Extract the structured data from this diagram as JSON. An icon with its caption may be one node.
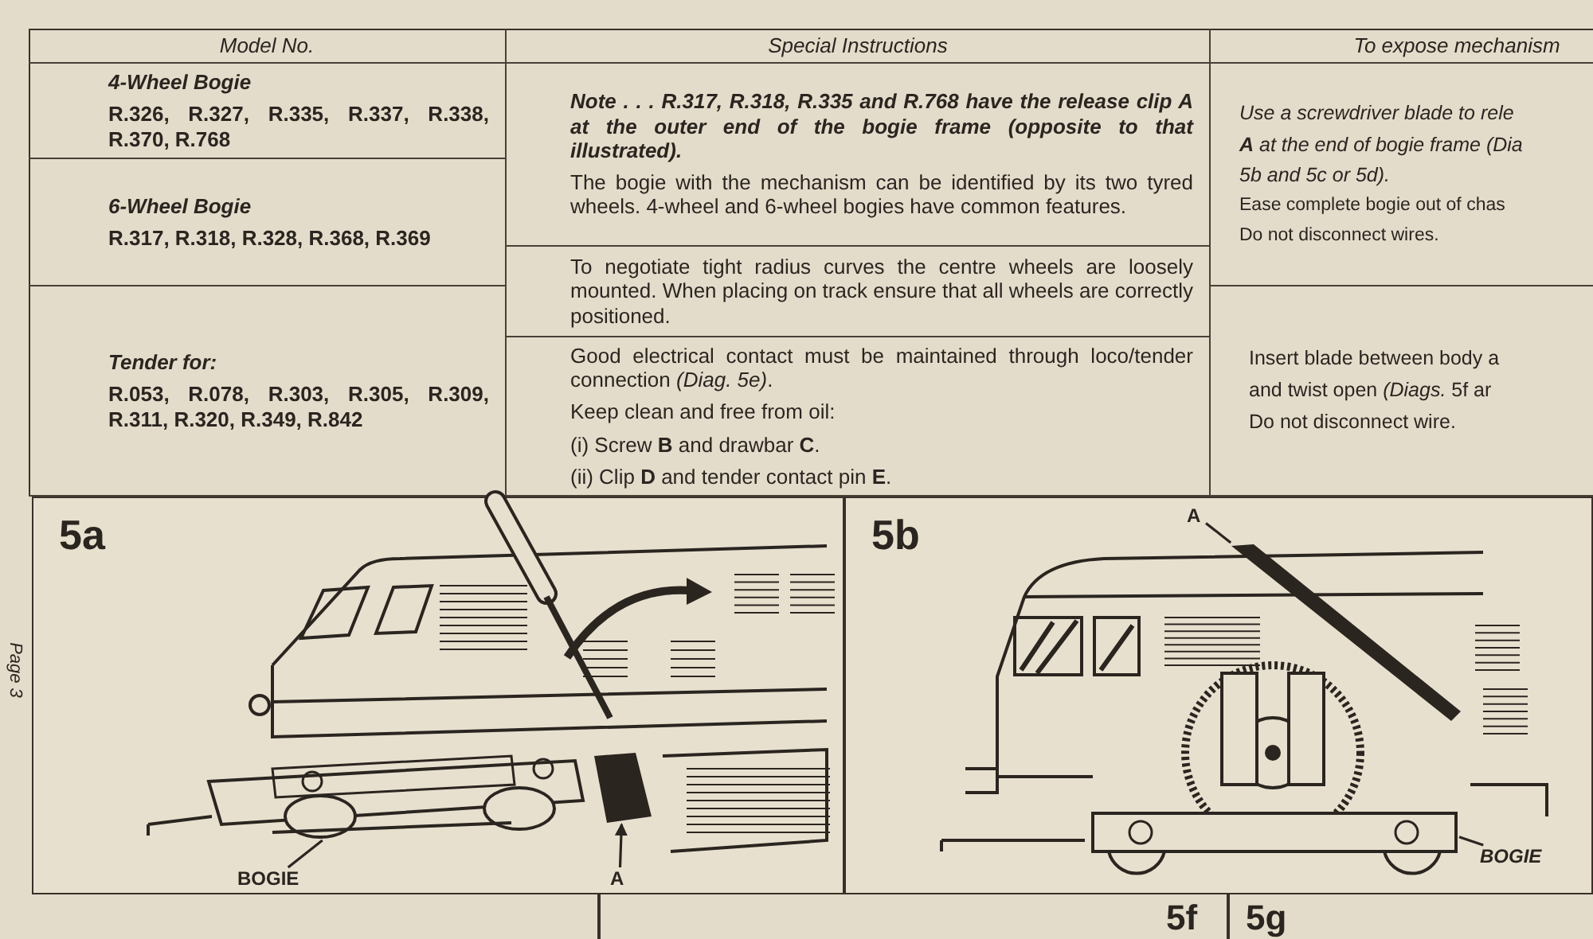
{
  "diagram": {
    "nodes": [
      {
        "text": [
          "5a"
        ]
      },
      {
        "text": [
          "BOGIE"
        ],
        "in": 0
      },
      {
        "text": [],
        "shape": "picture",
        "in": 0
      },
      {
        "text": [
          "A"
        ],
        "in": 0
      },
      {
        "text": [],
        "shape": "picture",
        "in": 0
      },
      {
        "text": [
          "5b"
        ]
      },
      {
        "text": [
          "A"
        ],
        "in": 5
      },
      {
        "text": [],
        "shape": "picture",
        "in": 5
      },
      {
        "text": [
          "BOGIE"
        ],
        "in": 5
      },
      {
        "text": [],
        "shape": "picture",
        "in": 5
      }
    ],
    "edges": [
      {
        "from": 1,
        "to": 2,
        "arrow": "none"
      },
      {
        "from": 3,
        "to": 4,
        "arrow": "to"
      },
      {
        "from": 6,
        "to": 7,
        "arrow": "none"
      },
      {
        "from": 8,
        "to": 9,
        "arrow": "none"
      }
    ],
    "labels": [
      "Model No.",
      "Special Instructions",
      "To expose mechanism",
      "4-Wheel Bogie",
      "R.326, R.327, R.335, R.337, R.338, R.370, R.768",
      "Note . . . R.317, R.318, R.335 and R.768 have the release clip A at the outer end of the bogie frame (opposite to that illustrated).",
      "The bogie with the mechanism can be identified by its two tyred wheels. 4-wheel and 6-wheel bogies have common features.",
      "Use a screwdriver blade to rele",
      "**A** at the end of bogie frame (Dia",
      "5b and 5c or 5d).",
      "Ease complete bogie out of chas",
      "Do not disconnect wires.",
      "6-Wheel Bogie",
      "R.317, R.318, R.328, R.368, R.369",
      "To negotiate tight radius curves the centre wheels are loosely mounted. When placing on track ensure that all wheels are correctly positioned.",
      "Tender for:",
      "R.053, R.078, R.303, R.305, R.309, R.311, R.320, R.349, R.842",
      "Good electrical contact must be maintained through loco/tender connection *(Diag. 5e)*.",
      "Keep clean and free from oil:",
      "(i) Screw **B** and drawbar **C**.",
      "(ii) Clip **D** and tender contact pin **E**.",
      "Insert blade between body a",
      "and twist open *(Diags.* 5f ar",
      "Do not disconnect wire.",
      "Page 3",
      "5f",
      "5g"
    ]
  }
}
